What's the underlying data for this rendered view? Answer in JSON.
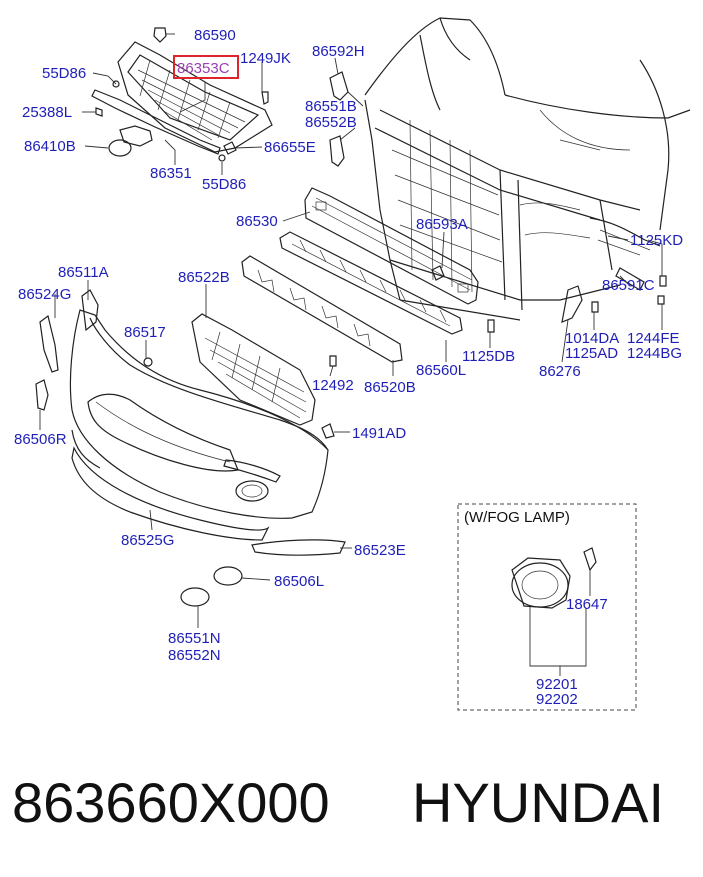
{
  "diagram": {
    "labels": {
      "p86590": "86590",
      "p86353c": "86353C",
      "p1249jk": "1249JK",
      "p86592h": "86592H",
      "p55d86_a": "55D86",
      "p25388l": "25388L",
      "p86551b": "86551B",
      "p86552b": "86552B",
      "p86410b": "86410B",
      "p86655e": "86655E",
      "p86351": "86351",
      "p55d86_b": "55D86",
      "p86530": "86530",
      "p86593a": "86593A",
      "p1125kd": "1125KD",
      "p86511a": "86511A",
      "p86522b": "86522B",
      "p86524g": "86524G",
      "p86517": "86517",
      "p86591c": "86591C",
      "p1014da": "1014DA",
      "p1244fe": "1244FE",
      "p1125ad": "1125AD",
      "p1244bg": "1244BG",
      "p1125db": "1125DB",
      "p12492": "12492",
      "p86520b": "86520B",
      "p86560l": "86560L",
      "p86276": "86276",
      "p86506r": "86506R",
      "p1491ad": "1491AD",
      "p86525g": "86525G",
      "p86523e": "86523E",
      "p86506l": "86506L",
      "p86551n": "86551N",
      "p86552n": "86552N",
      "fog_title": "(W/FOG LAMP)",
      "p18647": "18647",
      "p92201": "92201",
      "p92202": "92202"
    },
    "highlighted_part": "86353C",
    "highlight_color": "#e0242b"
  },
  "footer": {
    "part_number": "863660X000",
    "brand": "HYUNDAI"
  }
}
